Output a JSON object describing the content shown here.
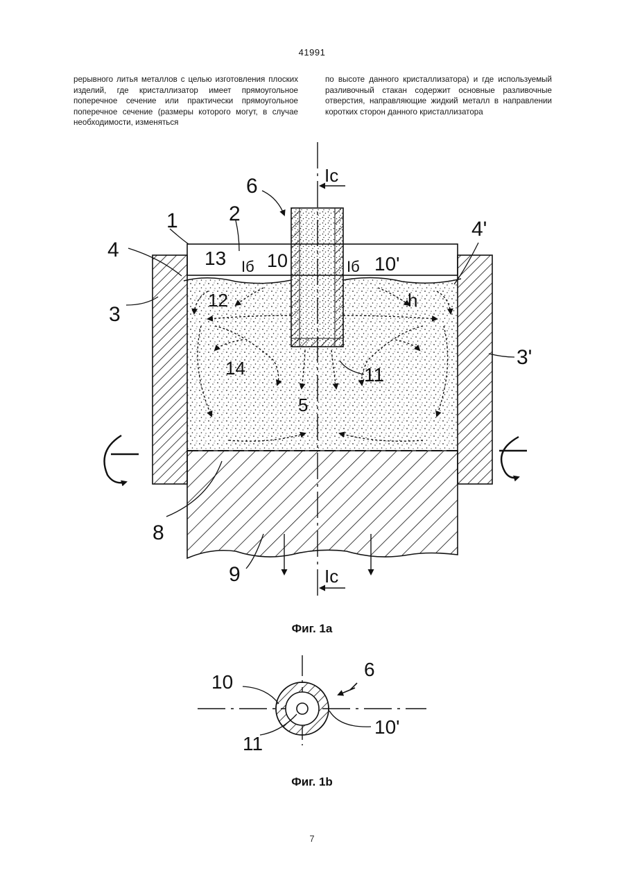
{
  "header": {
    "doc_number": "41991"
  },
  "text": {
    "left_column": "рерывного литья металлов с целью изготовления плоских изделий, где кристаллизатор имеет прямоугольное поперечное сечение или практически прямоугольное поперечное сечение (размеры которого могут, в случае необходимости, изменяться",
    "right_column": "по высоте данного кристаллизатора) и где используемый разливочный стакан содержит основные разливочные отверстия, направляющие жидкий металл в направлении коротких сторон данного кристаллизатора"
  },
  "figure_1a": {
    "caption": "Фиг. 1а",
    "labels": {
      "l1": "1",
      "l2": "2",
      "l3": "3",
      "l3p": "3'",
      "l4": "4",
      "l4p": "4'",
      "l5": "5",
      "l6": "6",
      "l8": "8",
      "l9": "9",
      "l10": "10",
      "l10p": "10'",
      "l11": "11",
      "l12": "12",
      "l13": "13",
      "l14": "14",
      "lh": "h",
      "lib1": "Iб",
      "lib2": "Iб",
      "lic_top": "Iс",
      "lic_bottom": "Iс"
    }
  },
  "figure_1b": {
    "caption": "Фиг. 1b",
    "labels": {
      "l6": "6",
      "l10": "10",
      "l10p": "10'",
      "l11": "11"
    }
  },
  "footer": {
    "page_number": "7"
  }
}
